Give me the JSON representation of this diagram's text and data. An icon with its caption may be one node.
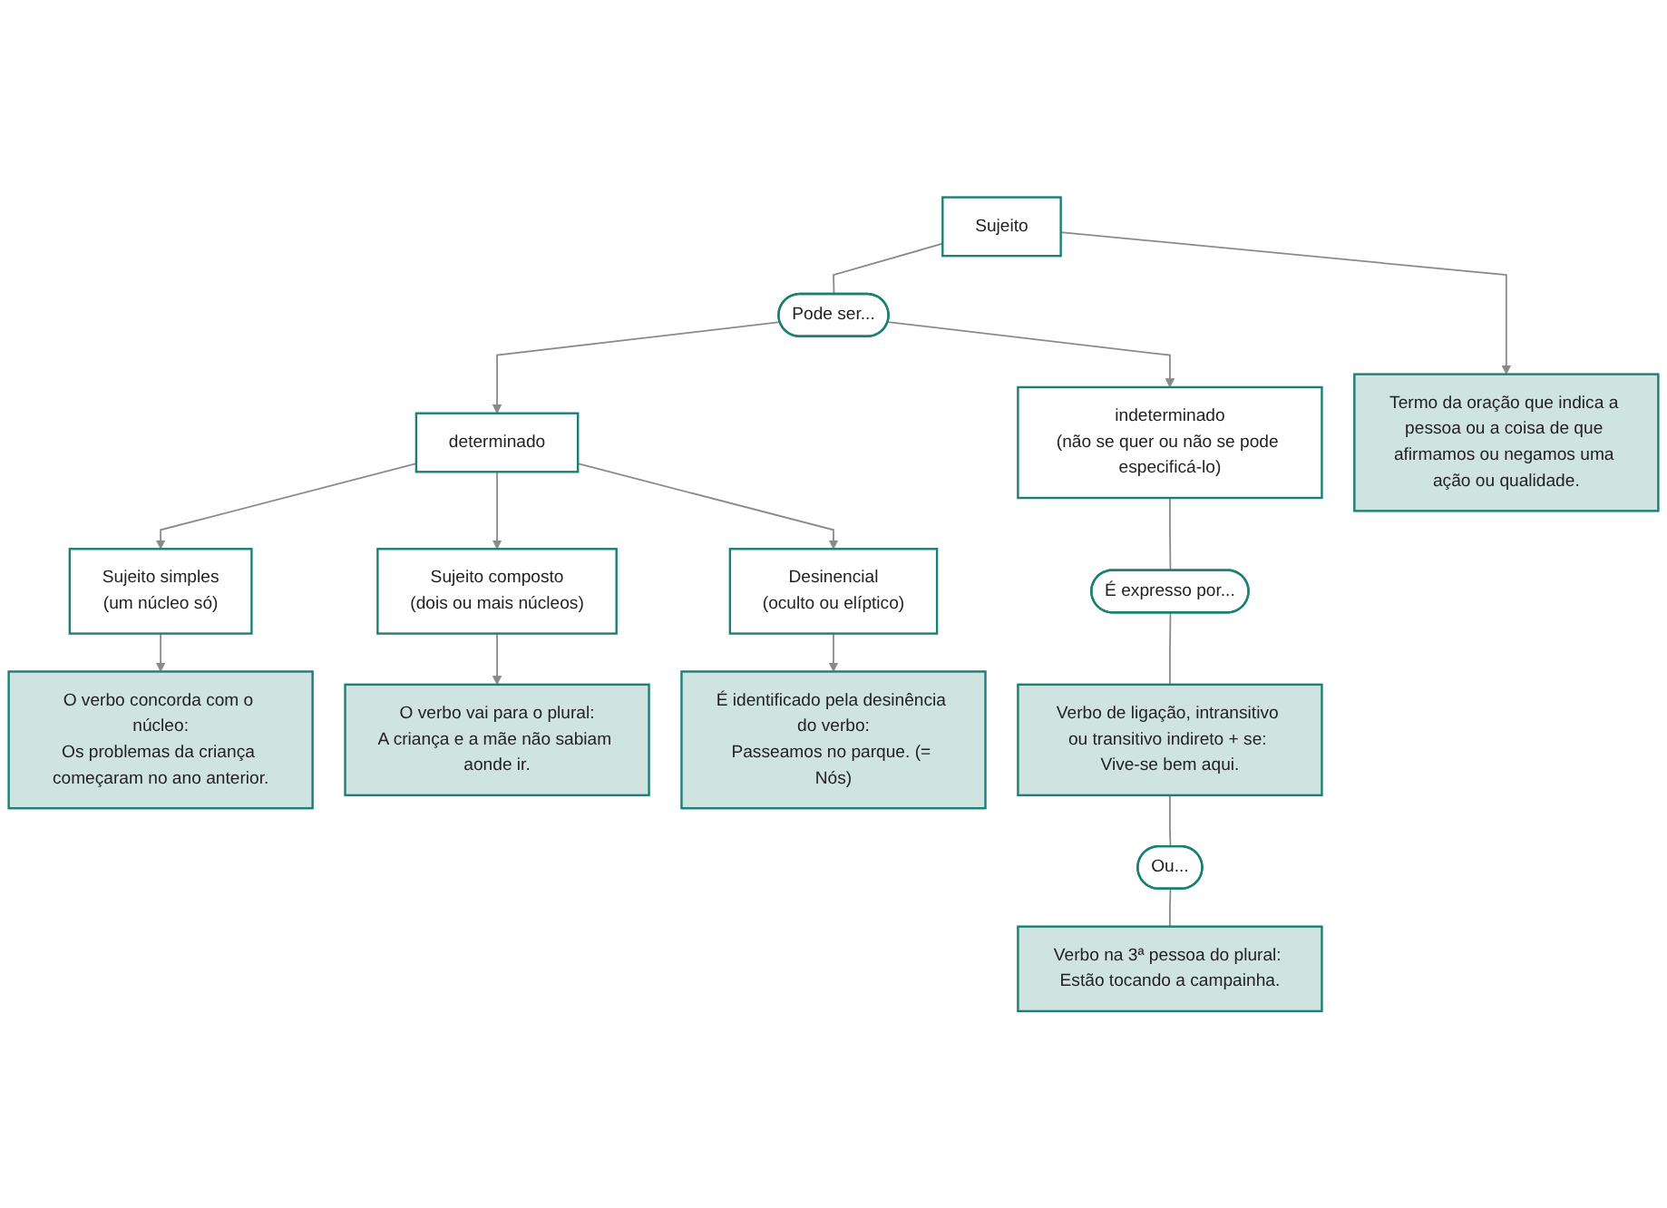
{
  "diagram": {
    "nodes": [
      {
        "text": [
          "Sujeito"
        ]
      },
      {
        "text": [
          "Termo da oração que indica a pessoa ou a coisa de que afirmamos ou negamos uma ação ou qualidade."
        ]
      },
      {
        "text": [
          "Pode ser..."
        ]
      },
      {
        "text": [
          "determinado"
        ]
      },
      {
        "text": [
          "Sujeito simples",
          "(um núcleo só)"
        ]
      },
      {
        "text": [
          "O verbo concorda com o núcleo:",
          "Os problemas da criança começaram no ano anterior."
        ]
      },
      {
        "text": [
          "Sujeito composto",
          "(dois ou mais núcleos)"
        ]
      },
      {
        "text": [
          "O verbo vai para o plural:",
          "A criança e a mãe não sabiam aonde ir."
        ]
      },
      {
        "text": [
          "Desinencial",
          "(oculto ou elíptico)"
        ]
      },
      {
        "text": [
          "É identificado pela desinência do verbo:",
          "Passeamos no parque. (= Nós)"
        ]
      },
      {
        "text": [
          "indeterminado",
          "(não se quer ou não se pode especificá-lo)"
        ]
      },
      {
        "text": [
          "É expresso por..."
        ]
      },
      {
        "text": [
          "Verbo de ligação, intransitivo ou transitivo indireto + se: Vive-se bem aqui."
        ]
      },
      {
        "text": [
          "Ou..."
        ]
      },
      {
        "text": [
          "Verbo na 3ª pessoa do plural: Estão tocando a campainha."
        ]
      }
    ],
    "edges": [
      {
        "from": 0,
        "to": 1,
        "arrow": "to"
      },
      {
        "from": 0,
        "to": 2,
        "arrow": "none"
      },
      {
        "from": 2,
        "to": 3,
        "arrow": "to"
      },
      {
        "from": 2,
        "to": 10,
        "arrow": "to"
      },
      {
        "from": 3,
        "to": 4,
        "arrow": "to"
      },
      {
        "from": 3,
        "to": 6,
        "arrow": "to"
      },
      {
        "from": 3,
        "to": 8,
        "arrow": "to"
      },
      {
        "from": 4,
        "to": 5,
        "arrow": "to"
      },
      {
        "from": 6,
        "to": 7,
        "arrow": "to"
      },
      {
        "from": 8,
        "to": 9,
        "arrow": "to"
      },
      {
        "from": 10,
        "to": 11,
        "arrow": "none"
      },
      {
        "from": 11,
        "to": 12,
        "arrow": "none"
      },
      {
        "from": 12,
        "to": 13,
        "arrow": "none"
      },
      {
        "from": 13,
        "to": 14,
        "arrow": "none"
      }
    ]
  }
}
